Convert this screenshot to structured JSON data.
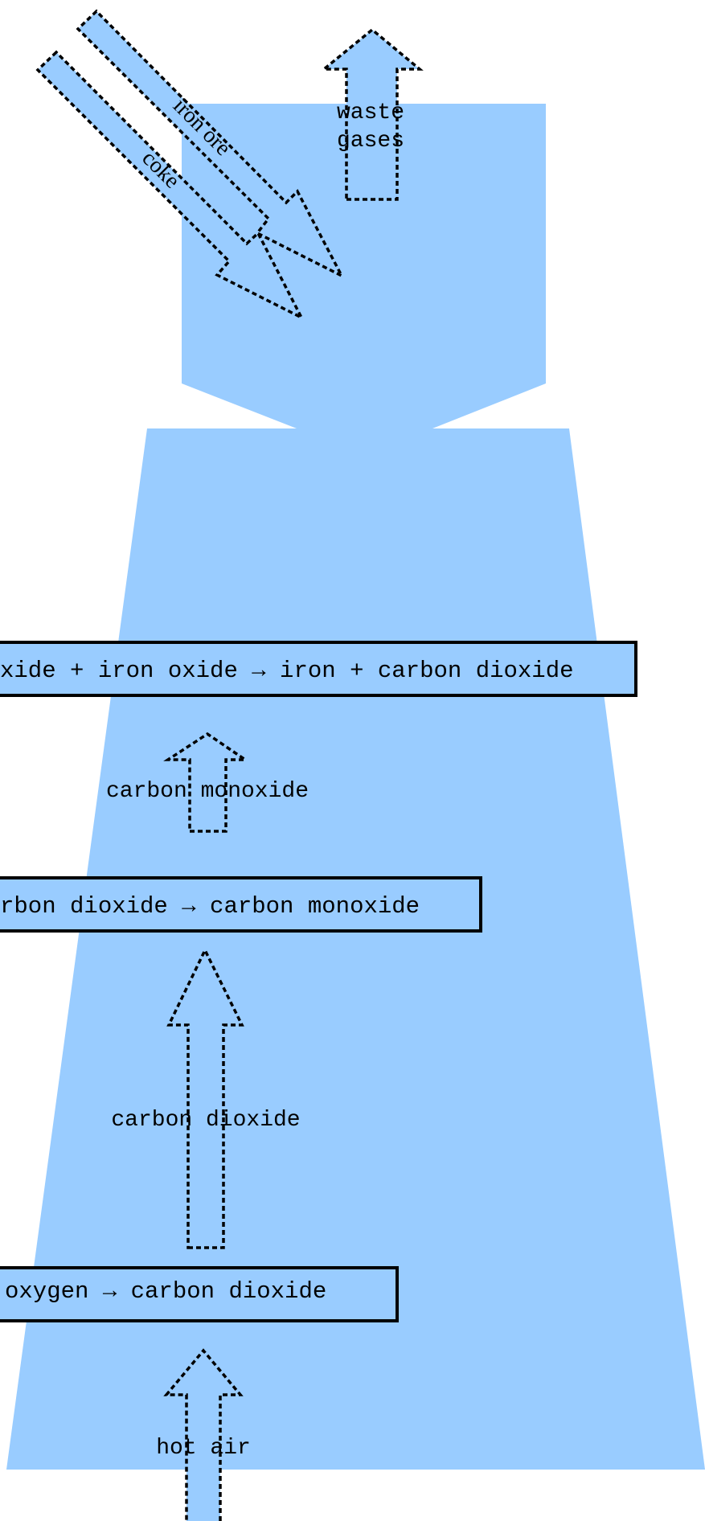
{
  "diagram": {
    "colors": {
      "furnace": "#99ccff",
      "outline": "#000000",
      "background": "#ffffff"
    },
    "inputs": {
      "iron_ore": "iron ore",
      "coke": "coke"
    },
    "outputs": {
      "waste_line1": "waste",
      "waste_line2": "gases"
    },
    "equations": {
      "top": "xide + iron oxide → iron + carbon dioxide",
      "middle": "rbon dioxide → carbon monoxide",
      "bottom": "oxygen → carbon dioxide"
    },
    "flows": {
      "carbon_monoxide": "carbon monoxide",
      "carbon_dioxide": "carbon dioxide",
      "hot_air": "hot air"
    }
  }
}
